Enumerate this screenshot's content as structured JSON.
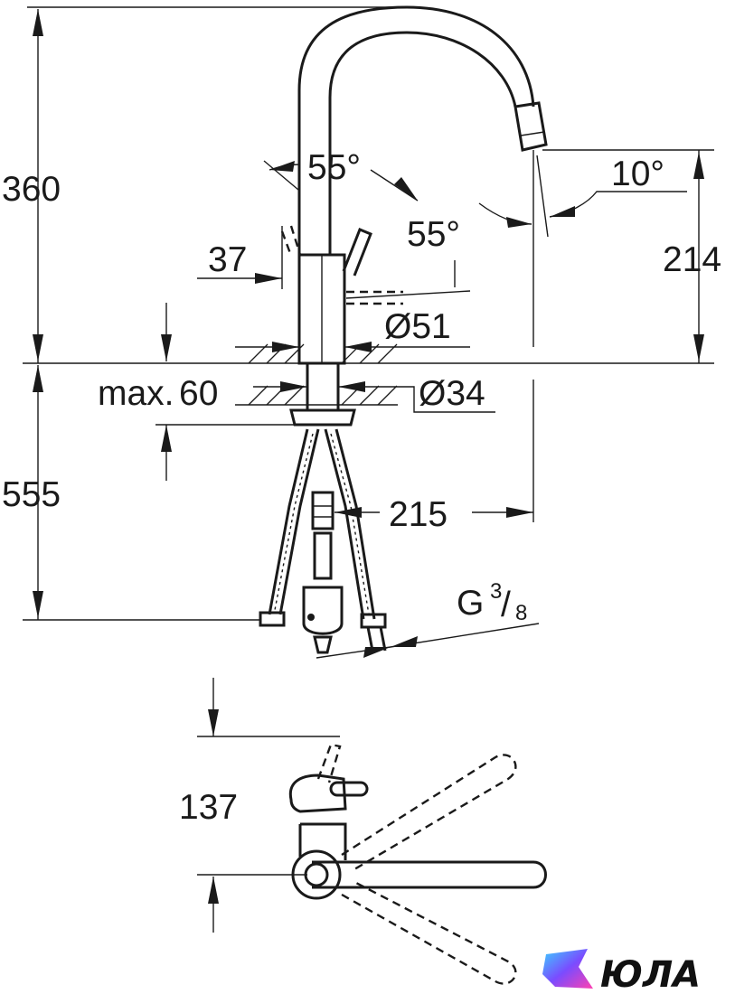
{
  "dimensions": {
    "total_height_above": "360",
    "spout_height": "214",
    "lever_offset": "37",
    "lever_angle_left": "55°",
    "lever_angle_right": "55°",
    "spout_tilt": "10°",
    "body_diameter": "Ø51",
    "shank_diameter": "Ø34",
    "max_deck": "max.",
    "max_deck_value": "60",
    "below_deck": "555",
    "spout_reach": "215",
    "thread_size": "G",
    "thread_num": "3",
    "thread_den": "8",
    "plan_offset": "137"
  },
  "branding": {
    "logo_text": "ЮЛА"
  }
}
